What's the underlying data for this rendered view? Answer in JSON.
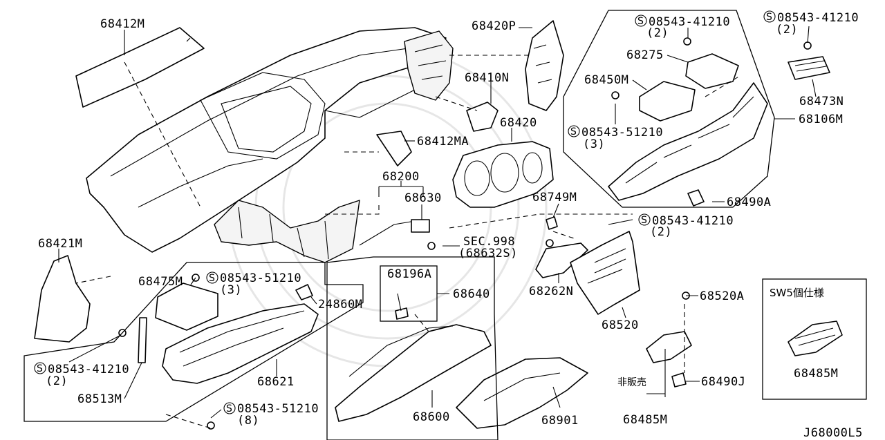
{
  "diagram_code": "J68000L5",
  "options_box_title": "SW5個仕様",
  "not_for_sale_label": "非販売",
  "callouts": {
    "p68412M": "68412M",
    "p68420P": "68420P",
    "p68410N": "68410N",
    "p68420": "68420",
    "p68412MA": "68412MA",
    "p68200": "68200",
    "p68630": "68630",
    "sec998": "SEC.998",
    "sec998_ref": "(68632S)",
    "p68421M": "68421M",
    "p68475M": "68475M",
    "s51210_a": "08543-51210",
    "s51210_a_qty": "(3)",
    "p24860M": "24860M",
    "s41210_a": "08543-41210",
    "s41210_a_qty": "(2)",
    "p68513M": "68513M",
    "p68621": "68621",
    "s51210_b": "08543-51210",
    "s51210_b_qty": "(8)",
    "p68196A": "68196A",
    "p68640": "68640",
    "p68600": "68600",
    "p68901": "68901",
    "p68749M": "68749M",
    "s41210_b": "08543-41210",
    "s41210_b_qty": "(2)",
    "p68262N": "68262N",
    "p68520": "68520",
    "p68520A": "68520A",
    "p68490J": "68490J",
    "p68485M_a": "68485M",
    "p68485M_b": "68485M",
    "s41210_c": "08543-41210",
    "s41210_c_qty": "(2)",
    "p68275": "68275",
    "p68450M": "68450M",
    "s51210_c": "08543-51210",
    "s51210_c_qty": "(3)",
    "p68106M": "68106M",
    "p68490A": "68490A",
    "s41210_d": "08543-41210",
    "s41210_d_qty": "(2)",
    "p68473N": "68473N"
  }
}
